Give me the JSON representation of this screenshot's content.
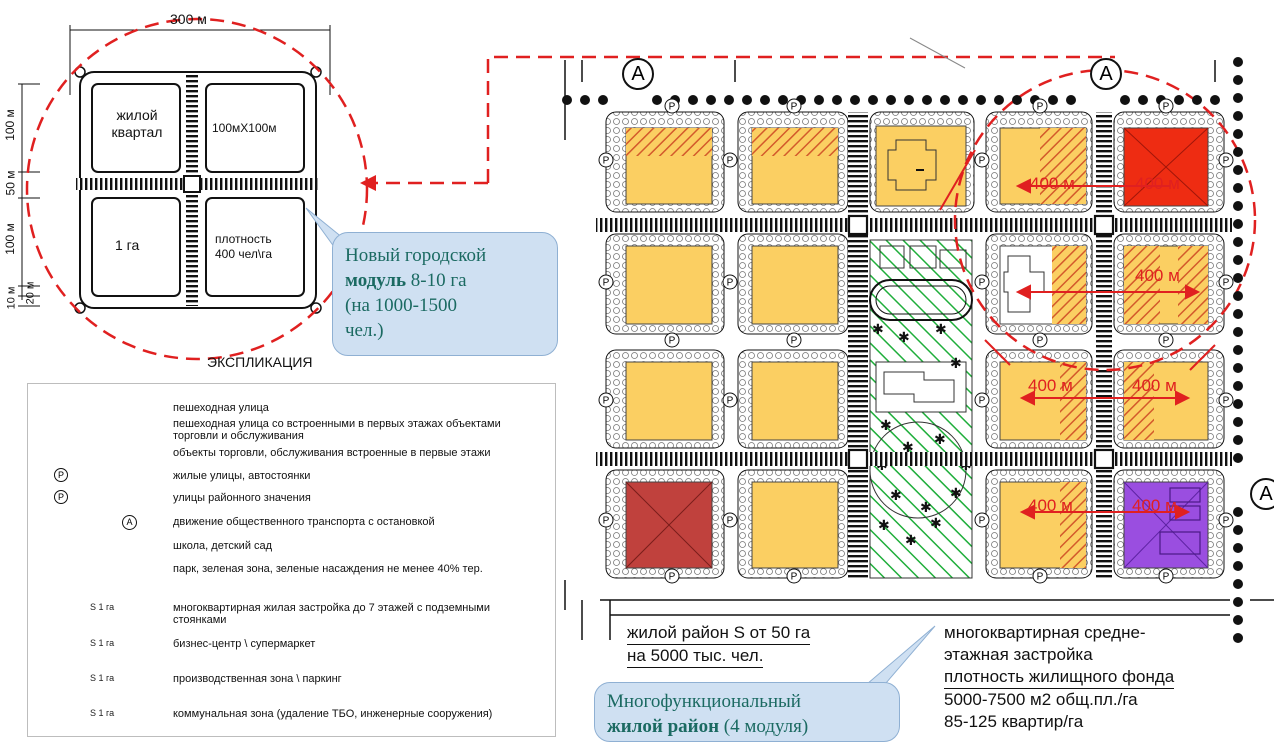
{
  "module_plan": {
    "dimension_top": "300 м",
    "block_tl": [
      "жилой",
      "квартал"
    ],
    "block_tr": "100мХ100м",
    "block_bl": "1 га",
    "block_br": [
      "плотность",
      "400 чел\\га"
    ],
    "side_dims": [
      "100 м",
      "50 м",
      "100 м",
      "20 м",
      "10 м"
    ],
    "explication": "ЭКСПЛИКАЦИЯ"
  },
  "callout_module": {
    "line1": "Новый городской",
    "bold": "модуль",
    "line2_rest": " 8-10 га",
    "line3": "(на 1000-1500",
    "line4": "чел.)"
  },
  "callout_district": {
    "line1": "Многофункциональный",
    "bold": "жилой район",
    "rest": " (4 модуля)"
  },
  "legend": {
    "items": [
      {
        "text": "пешеходная улица"
      },
      {
        "text": "пешеходная улица со встроенными в первых этажах объектами торговли и обслуживания"
      },
      {
        "text": "объекты торговли, обслуживания встроенные в первые этажи"
      },
      {
        "text": "жилые улицы, автостоянки"
      },
      {
        "text": "улицы районного значения"
      },
      {
        "text": "движение общественного транспорта с остановкой"
      },
      {
        "text": "школа, детский сад"
      },
      {
        "text": "парк, зеленая зона, зеленые насаждения не менее 40% тер."
      },
      {
        "text": "многоквартирная жилая застройка до 7 этажей с подземными стоянками",
        "area": "S 1 га"
      },
      {
        "text": "бизнес-центр \\ супермаркет",
        "area": "S 1 га"
      },
      {
        "text": "производственная зона \\ паркинг",
        "area": "S 1 га"
      },
      {
        "text": "коммунальная зона (удаление ТБО, инженерные сооружения)",
        "area": "S 1 га"
      }
    ],
    "p_symbol": "P",
    "a_symbol": "A"
  },
  "district": {
    "stop_label": "A",
    "parking_label": "P",
    "radius_label": "400 м"
  },
  "bottom_left": {
    "line1": "жилой район S от 50 га",
    "line2": "на 5000 тыс. чел."
  },
  "bottom_right": {
    "line1": "многоквартирная средне-",
    "line2": "этажная застройка",
    "line3": "плотность жилищного фонда",
    "line4": "5000-7500 м2 общ.пл./га",
    "line5": "85-125 квартир/га"
  },
  "colors": {
    "residential": "#fbcf62",
    "business": "#ee2c12",
    "industrial": "#9a4ee0",
    "communal": "#c0413d",
    "park_hatch": "#1fae3b",
    "red_line": "#e02020",
    "callout_bg": "#cfe0f2",
    "callout_text": "#1b6a62"
  }
}
